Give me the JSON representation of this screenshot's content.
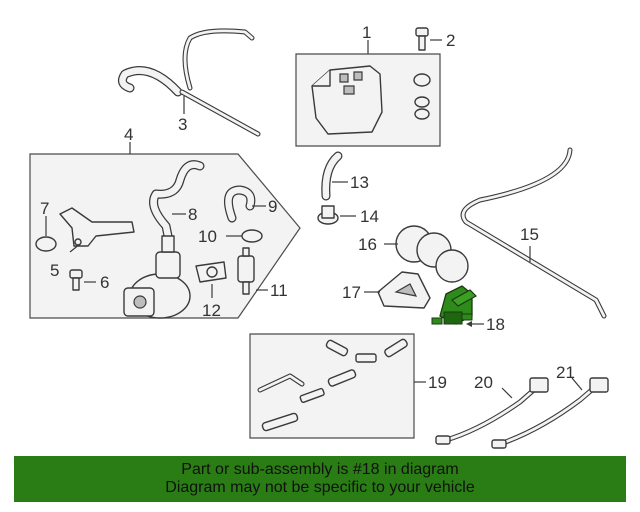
{
  "callouts": [
    "1",
    "2",
    "3",
    "4",
    "5",
    "6",
    "7",
    "8",
    "9",
    "10",
    "11",
    "12",
    "13",
    "14",
    "15",
    "16",
    "17",
    "18",
    "19",
    "20",
    "21"
  ],
  "highlighted_part": "18",
  "highlight_color": "#2f8a1c",
  "banner": {
    "line1": "Part or sub-assembly is #18 in diagram",
    "line2": "Diagram may not be specific to your vehicle",
    "background": "#2a7d14"
  }
}
